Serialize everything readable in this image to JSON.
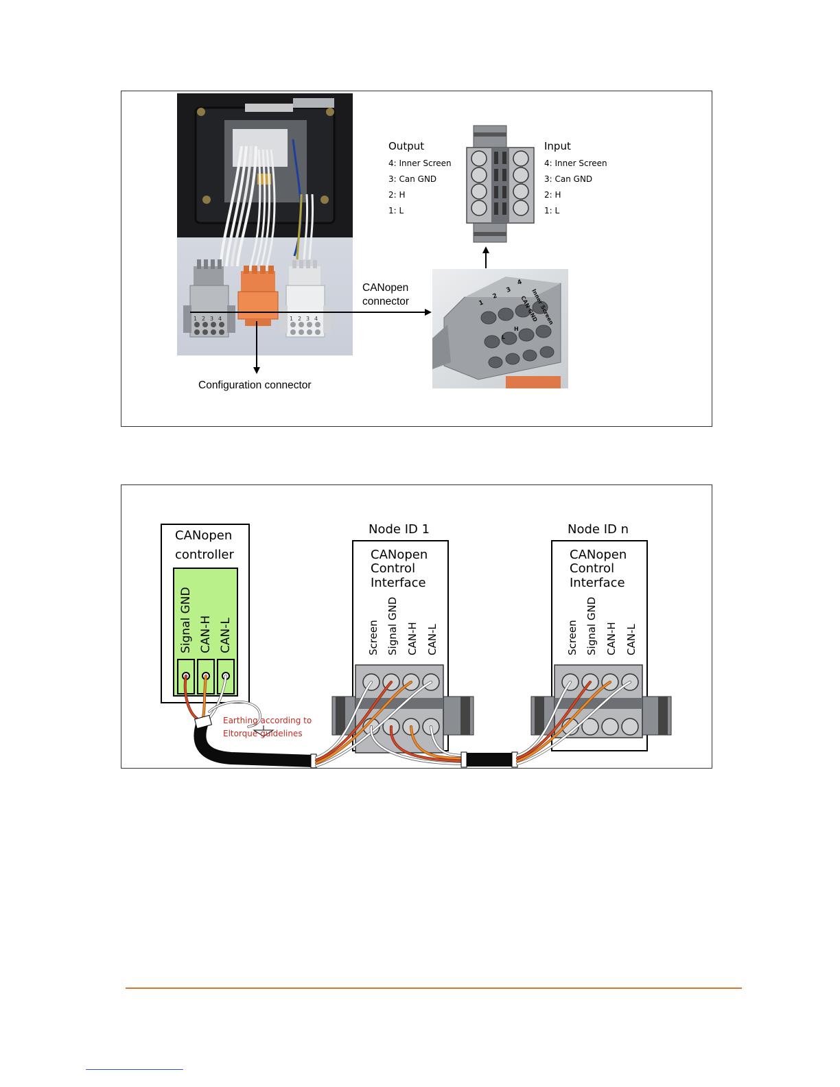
{
  "figure1": {
    "output": {
      "heading": "Output",
      "pins": [
        "4: Inner Screen",
        "3: Can GND",
        "2: H",
        "1: L"
      ]
    },
    "input": {
      "heading": "Input",
      "pins": [
        "4: Inner Screen",
        "3: Can GND",
        "2: H",
        "1: L"
      ]
    },
    "canopen_connector": [
      "CANopen",
      "connector"
    ],
    "configuration_connector": "Configuration connector",
    "terminal_numbers": [
      "1",
      "2",
      "3",
      "4"
    ],
    "plug_labels": {
      "inner_screen": "Inner Screen",
      "can_gnd": "CAN GND",
      "h": "H",
      "l": "L"
    }
  },
  "figure2": {
    "controller": {
      "title_lines": [
        "CANopen",
        "controller"
      ],
      "terminals": [
        "Signal GND",
        "CAN-H",
        "CAN-L"
      ]
    },
    "node1": {
      "heading": "Node ID 1",
      "title_lines": [
        "CANopen",
        "Control",
        "Interface"
      ],
      "terminals": [
        "Screen",
        "Signal GND",
        "CAN-H",
        "CAN-L"
      ]
    },
    "noden": {
      "heading": "Node ID n",
      "title_lines": [
        "CANopen",
        "Control",
        "Interface"
      ],
      "terminals": [
        "Screen",
        "Signal GND",
        "CAN-H",
        "CAN-L"
      ]
    },
    "earthing_note": [
      "Earthing according to",
      "Eltorque guidelines"
    ]
  },
  "colors": {
    "footer_rule": "#d9762b",
    "controller_panel": "#b9f089",
    "wire_orange": "#e8821f",
    "wire_red": "#c0301c",
    "earthing_text": "#c62a1d"
  }
}
